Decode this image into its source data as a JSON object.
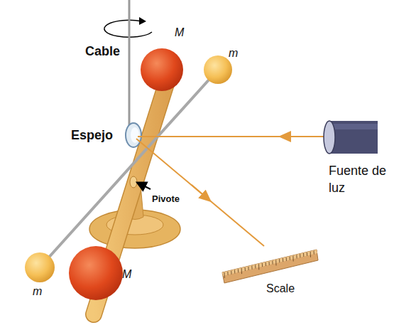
{
  "diagram": {
    "labels": [
      "Cable",
      "M",
      "m",
      "Espejo",
      "Fuente de luz",
      "Pivote",
      "m",
      "M",
      "Scale"
    ]
  }
}
